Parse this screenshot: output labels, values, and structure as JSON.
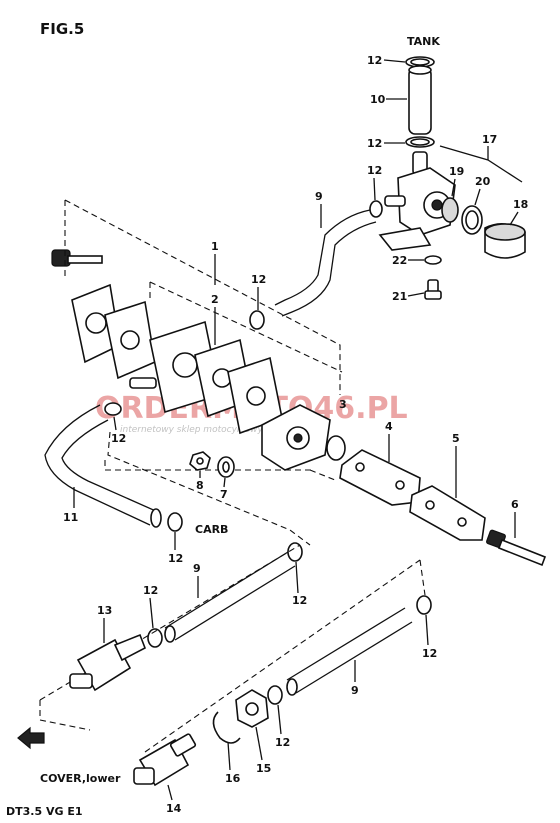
{
  "figure": {
    "title": "FIG.5",
    "footer": "DT3.5 VG E1",
    "tank_label": "TANK",
    "carb_label": "CARB",
    "cover_label": "COVER,lower"
  },
  "watermark": {
    "text": "ORDERMOTO46.PL",
    "subtext": "internetowy sklep motocyklowy"
  },
  "callouts": {
    "n1": "1",
    "n2": "2",
    "n3": "3",
    "n4": "4",
    "n5": "5",
    "n6": "6",
    "n7": "7",
    "n8": "8",
    "n9": "9",
    "n10": "10",
    "n11": "11",
    "n12": "12",
    "n13": "13",
    "n14": "14",
    "n15": "15",
    "n16": "16",
    "n17": "17",
    "n18": "18",
    "n19": "19",
    "n20": "20",
    "n21": "21",
    "n22": "22"
  }
}
